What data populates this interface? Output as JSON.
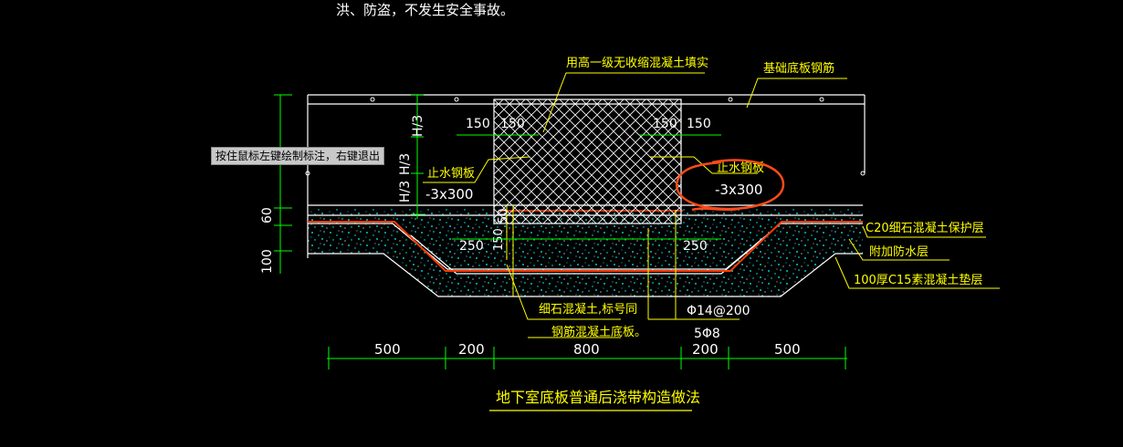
{
  "top_note": "洪、防盗，不发生安全事故。",
  "cursor_tooltip": "按住鼠标左键绘制标注，右键退出",
  "colors": {
    "background": "#000000",
    "structure": "#ffffff",
    "labels": "#ffff00",
    "dimension": "#00ff00",
    "rebar": "#ff3b00",
    "concrete_speckle": "#00ffff",
    "markup_circle": "#ff4a1a",
    "tooltip_bg": "#c8c8c8"
  },
  "labels": {
    "fill_concrete": "用高一级无收缩混凝土填实",
    "base_rebar": "基础底板钢筋",
    "waterstop_left": "止水钢板",
    "waterstop_left_size": "-3x300",
    "waterstop_right": "止水钢板",
    "waterstop_right_size": "-3x300",
    "protective_layer": "C20细石混凝土保护层",
    "waterproof_layer": "附加防水层",
    "cushion_layer": "100厚C15素混凝土垫层",
    "fine_stone_note_1": "细石混凝土,标号同",
    "fine_stone_note_2": "钢筋混凝土底板。",
    "rebar_spec": "Φ14@200",
    "rebar_count": "5Φ8",
    "title": "地下室底板普通后浇带构造做法"
  },
  "dimensions": {
    "left_150_a": "150",
    "left_150_b": "150",
    "right_150_a": "150",
    "right_150_b": "150",
    "h3_top": "H/3",
    "h3_mid": "H/3",
    "h3_low": "H/3",
    "dim_60": "60",
    "dim_100": "100",
    "dim_50": "50",
    "dim_150_v": "150",
    "dim_250_left": "250",
    "dim_250_right": "250",
    "bottom": [
      "500",
      "200",
      "800",
      "200",
      "500"
    ]
  }
}
